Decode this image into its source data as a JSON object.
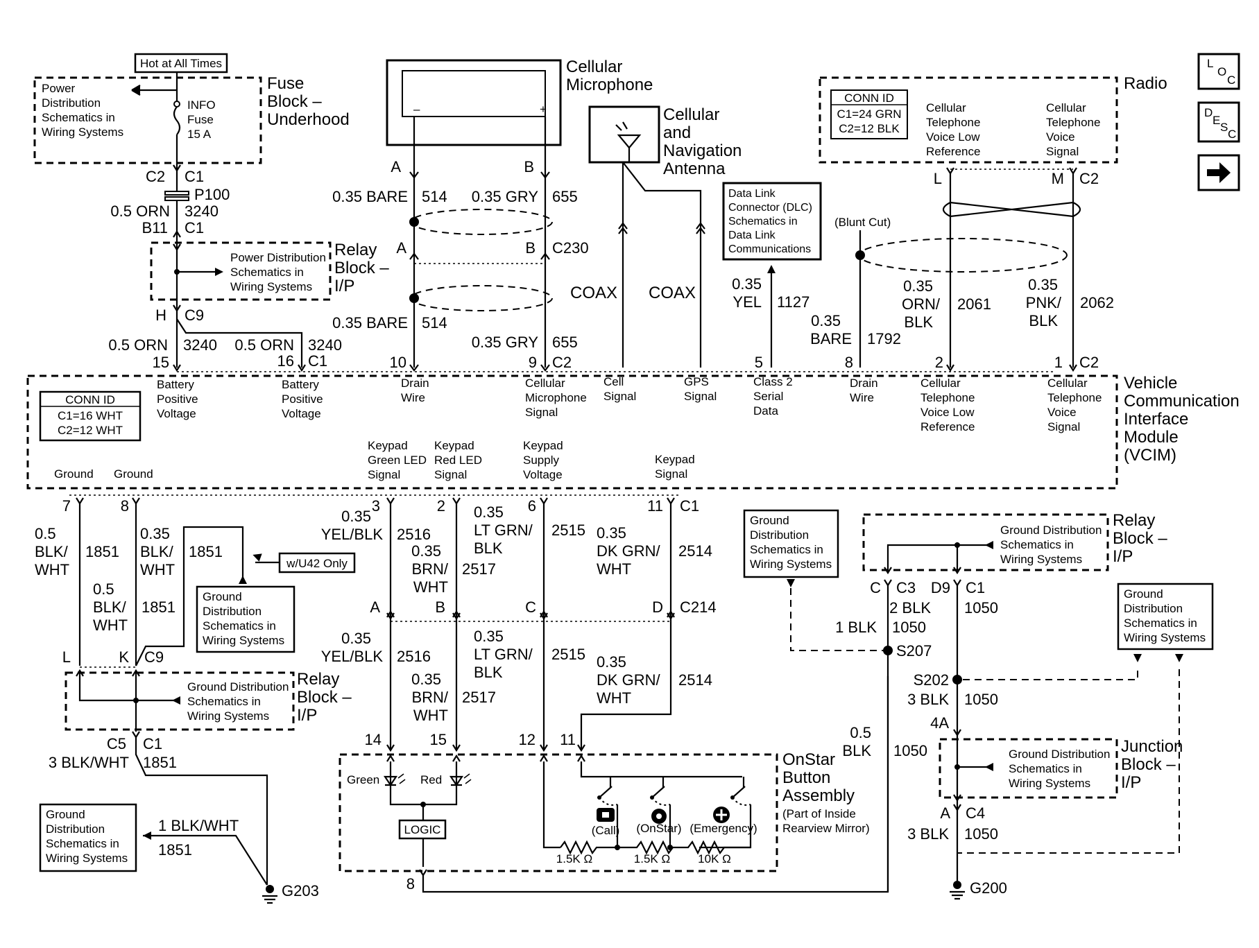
{
  "nav": {
    "loc_icon": "L-O-C",
    "desc_icon": "D-E-S-C",
    "next_icon": "right-arrow"
  },
  "fuse_block": {
    "hot_label": "Hot at All Times",
    "power_dist": [
      "Power",
      "Distribution",
      "Schematics in",
      "Wiring Systems"
    ],
    "title": [
      "Fuse",
      "Block –",
      "Underhood"
    ],
    "fuse": [
      "INFO",
      "Fuse",
      "15 A"
    ]
  },
  "cellular_mic": {
    "title": [
      "Cellular",
      "Microphone"
    ],
    "minus": "–",
    "plus": "+"
  },
  "antenna": {
    "title": [
      "Cellular",
      "and",
      "Navigation",
      "Antenna"
    ]
  },
  "radio": {
    "title": "Radio",
    "conn_id": [
      "CONN ID",
      "C1=24 GRN",
      "C2=12 BLK"
    ],
    "sig_low": [
      "Cellular",
      "Telephone",
      "Voice Low",
      "Reference"
    ],
    "sig_voice": [
      "Cellular",
      "Telephone",
      "Voice",
      "Signal"
    ]
  },
  "dlc": {
    "lines": [
      "Data Link",
      "Connector (DLC)",
      "Schematics in",
      "Data Link",
      "Communications"
    ]
  },
  "relay_block_top": {
    "title": [
      "Relay",
      "Block –",
      "I/P"
    ],
    "note": [
      "Power Distribution",
      "Schematics in",
      "Wiring Systems"
    ]
  },
  "labels_top": {
    "c2": "C2",
    "c1": "C1",
    "p100": "P100",
    "w_orn": "0.5 ORN",
    "c3240": "3240",
    "b11": "B11",
    "c1b": "C1",
    "h": "H",
    "c9": "C9",
    "a1": "A",
    "b1": "B",
    "bare1": "0.35 BARE",
    "n514a": "514",
    "gry1": "0.35 GRY",
    "n655a": "655",
    "a2": "A",
    "b2": "B",
    "c230": "C230",
    "bare2": "0.35 BARE",
    "n514b": "514",
    "gry2": "0.35 GRY",
    "n655b": "655",
    "coax1": "COAX",
    "coax2": "COAX",
    "orn15": "0.5 ORN",
    "n3240a": "3240",
    "orn16": "0.5 ORN",
    "n3240b": "3240",
    "p15": "15",
    "p16": "16",
    "c1c": "C1",
    "p10": "10",
    "p9": "9",
    "c2b": "C2",
    "yel": [
      "0.35",
      "YEL"
    ],
    "n1127": "1127",
    "p5": "5",
    "blunt": "(Blunt Cut)",
    "bare3": [
      "0.35",
      "BARE"
    ],
    "n1792": "1792",
    "p8": "8",
    "ornblk": [
      "0.35",
      "ORN/",
      "BLK"
    ],
    "n2061": "2061",
    "p2": "2",
    "pnkblk": [
      "0.35",
      "PNK/",
      "BLK"
    ],
    "n2062": "2062",
    "p1": "1",
    "c2c": "C2",
    "L": "L",
    "M": "M",
    "c2r": "C2"
  },
  "vcim": {
    "title": [
      "Vehicle",
      "Communication",
      "Interface",
      "Module",
      "(VCIM)"
    ],
    "conn_id": [
      "CONN ID",
      "C1=16 WHT",
      "C2=12 WHT"
    ],
    "pins_top": [
      [
        "Battery",
        "Positive",
        "Voltage"
      ],
      [
        "Battery",
        "Positive",
        "Voltage"
      ],
      [
        "Drain",
        "Wire"
      ],
      [
        "Cellular",
        "Microphone",
        "Signal"
      ],
      [
        "Cell",
        "Signal"
      ],
      [
        "GPS",
        "Signal"
      ],
      [
        "Class 2",
        "Serial",
        "Data"
      ],
      [
        "Drain",
        "Wire"
      ],
      [
        "Cellular",
        "Telephone",
        "Voice Low",
        "Reference"
      ],
      [
        "Cellular",
        "Telephone",
        "Voice",
        "Signal"
      ]
    ],
    "pins_bottom": [
      [
        "Ground"
      ],
      [
        "Ground"
      ],
      [
        "Keypad",
        "Green LED",
        "Signal"
      ],
      [
        "Keypad",
        "Red LED",
        "Signal"
      ],
      [
        "Keypad",
        "Supply",
        "Voltage"
      ],
      [
        "Keypad",
        "Signal"
      ]
    ]
  },
  "labels_bottom": {
    "p7": "7",
    "p8": "8",
    "p3": "3",
    "p2": "2",
    "p6": "6",
    "p11": "11",
    "c1": "C1",
    "blkwht1": [
      "0.5",
      "BLK/",
      "WHT"
    ],
    "n1851a": "1851",
    "blkwht2": [
      "0.35",
      "BLK/",
      "WHT"
    ],
    "n1851b": "1851",
    "n1851c": "1851",
    "blkwht3": [
      "0.5",
      "BLK/",
      "WHT"
    ],
    "n1851d": "1851",
    "u42": "w/U42 Only",
    "gnd_dist1": [
      "Ground",
      "Distribution",
      "Schematics in",
      "Wiring Systems"
    ],
    "yelblk1": [
      "0.35",
      "YEL/BLK"
    ],
    "n2516a": "2516",
    "brnwht1": [
      "0.35",
      "BRN/",
      "WHT"
    ],
    "n2517a": "2517",
    "ltgrn1": [
      "0.35",
      "LT GRN/",
      "BLK"
    ],
    "n2515a": "2515",
    "dkgrn1": [
      "0.35",
      "DK GRN/",
      "WHT"
    ],
    "n2514a": "2514",
    "A": "A",
    "B": "B",
    "C": "C",
    "D": "D",
    "c214": "C214",
    "yelblk2": [
      "0.35",
      "YEL/BLK"
    ],
    "n2516b": "2516",
    "brnwht2": [
      "0.35",
      "BRN/",
      "WHT"
    ],
    "n2517b": "2517",
    "ltgrn2": [
      "0.35",
      "LT GRN/",
      "BLK"
    ],
    "n2515b": "2515",
    "dkgrn2": [
      "0.35",
      "DK GRN/",
      "WHT"
    ],
    "n2514b": "2514",
    "L": "L",
    "K": "K",
    "c9": "C9",
    "relay_title": [
      "Relay",
      "Block –",
      "I/P"
    ],
    "relay_note": [
      "Ground Distribution",
      "Schematics in",
      "Wiring Systems"
    ],
    "c5": "C5",
    "c1b": "C1",
    "blkwht4": "3 BLK/WHT",
    "n1851e": "1851",
    "gnd_dist2": [
      "Ground",
      "Distribution",
      "Schematics in",
      "Wiring Systems"
    ],
    "blkwht5": "1 BLK/WHT",
    "n1851f": "1851",
    "g203": "G203",
    "p14": "14",
    "p15": "15",
    "p12": "12",
    "p11b": "11",
    "p8b": "8",
    "green": "Green",
    "red": "Red",
    "logic": "LOGIC",
    "call": "(Call)",
    "onstar": "(OnStar)",
    "emergency": "(Emergency)",
    "r1": "1.5K Ω",
    "r2": "1.5K Ω",
    "r3": "10K Ω",
    "onstar_title": [
      "OnStar",
      "Button",
      "Assembly"
    ],
    "onstar_note": [
      "(Part of Inside",
      "Rearview Mirror)"
    ]
  },
  "right_bottom": {
    "gnd_dist3": [
      "Ground",
      "Distribution",
      "Schematics in",
      "Wiring Systems"
    ],
    "relay_title": [
      "Relay",
      "Block –",
      "I/P"
    ],
    "relay_note": [
      "Ground Distribution",
      "Schematics in",
      "Wiring Systems"
    ],
    "gnd_dist4": [
      "Ground",
      "Distribution",
      "Schematics in",
      "Wiring Systems"
    ],
    "C": "C",
    "c3": "C3",
    "d9": "D9",
    "c1": "C1",
    "blk2": "2 BLK",
    "n1050a": "1050",
    "blk1": "1 BLK",
    "n1050b": "1050",
    "s207": "S207",
    "s202": "S202",
    "blk3": "3 BLK",
    "n1050c": "1050",
    "p4a": "4A",
    "blk05": [
      "0.5",
      "BLK"
    ],
    "n1050d": "1050",
    "junction_title": [
      "Junction",
      "Block –",
      "I/P"
    ],
    "junction_note": [
      "Ground Distribution",
      "Schematics in",
      "Wiring Systems"
    ],
    "A": "A",
    "c4": "C4",
    "blk3b": "3 BLK",
    "n1050e": "1050",
    "g200": "G200"
  }
}
